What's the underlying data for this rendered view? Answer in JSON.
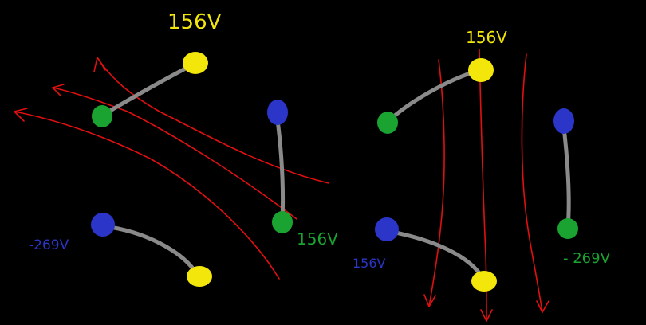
{
  "colors": {
    "background": "#000000",
    "field_line": "#e01010",
    "wire": "#8a8a8a",
    "yellow": "#f2e60a",
    "green": "#1aa330",
    "blue": "#2b35c8"
  },
  "labels": {
    "left_top_yellow": "156V",
    "left_green": "156V",
    "left_blue": "-269V",
    "right_top_yellow": "156V",
    "right_blue": "156V",
    "right_green": "- 269V"
  },
  "label_colors": {
    "left_top_yellow": "yellow",
    "left_green": "green",
    "left_blue": "blue",
    "right_top_yellow": "yellow",
    "right_blue": "blue",
    "right_green": "green"
  }
}
